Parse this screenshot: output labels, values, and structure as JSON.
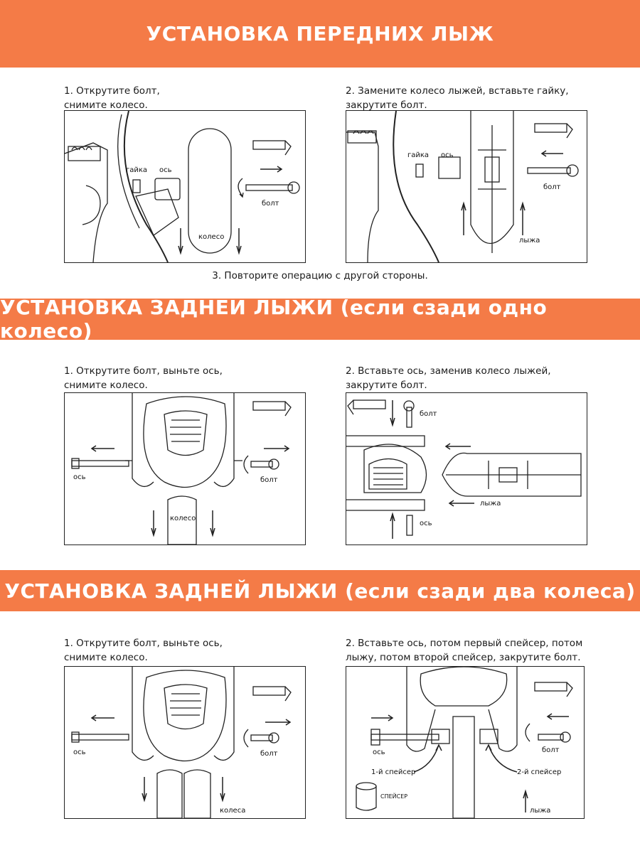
{
  "sections": [
    {
      "title": "УСТАНОВКА ПЕРЕДНИХ ЛЫЖ",
      "step1": "1. Открутите болт,\n    снимите колесо.",
      "step2": "2. Замените колесо лыжей, вставьте гайку,\n    закрутите болт.",
      "p1": {
        "nut": "гайка",
        "axle": "ось",
        "bolt": "болт",
        "wheel": "колесо"
      },
      "p2": {
        "nut": "гайка",
        "axle": "ось",
        "bolt": "болт",
        "ski": "лыжа"
      },
      "note": "3. Повторите операцию с другой стороны."
    },
    {
      "title": "УСТАНОВКА ЗАДНЕЙ ЛЫЖИ (если сзади одно колесо)",
      "step1": "1. Открутите болт, выньте ось,\n    снимите колесо.",
      "step2": "2. Вставьте ось, заменив колесо лыжей,\n    закрутите болт.",
      "p1": {
        "axle": "ось",
        "bolt": "болт",
        "wheel": "колесо"
      },
      "p2": {
        "bolt": "болт",
        "ski": "лыжа",
        "axle": "ось"
      }
    },
    {
      "title": "УСТАНОВКА ЗАДНЕЙ ЛЫЖИ (если сзади два колеса)",
      "step1": "1. Открутите болт, выньте ось,\n    снимите колесо.",
      "step2": "2. Вставьте ось, потом первый спейсер, потом\n    лыжу, потом второй спейсер, закрутите болт.",
      "p1": {
        "axle": "ось",
        "bolt": "болт",
        "wheels": "колеса"
      },
      "p2": {
        "axle": "ось",
        "bolt": "болт",
        "spacer1": "1-й спейсер",
        "spacer2": "2-й спейсер",
        "spacer": "СПЕЙСЕР",
        "ski": "лыжа"
      }
    }
  ],
  "colors": {
    "banner": "#f47b47",
    "text": "#1a1a1a",
    "line": "#222222"
  }
}
